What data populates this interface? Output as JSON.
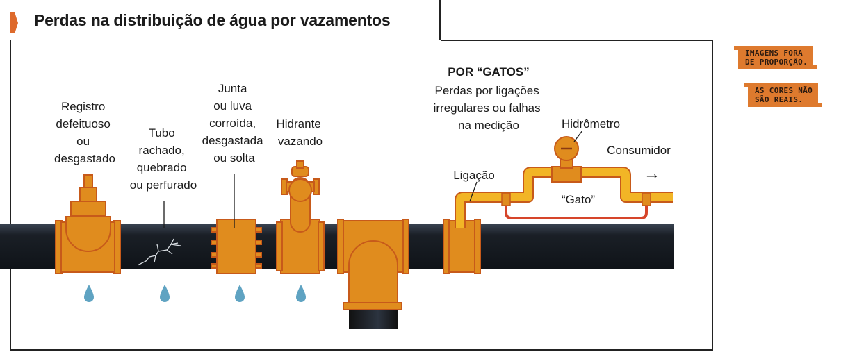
{
  "title": "Perdas na distribuição de água por vazamentos",
  "notes": {
    "proportion": "IMAGENS FORA\nDE PROPORÇÃO.",
    "colors": "AS CORES NÃO\nSÃO REAIS."
  },
  "labels": {
    "registro": [
      "Registro",
      "defeituoso",
      "ou",
      "desgastado"
    ],
    "tubo": [
      "Tubo",
      "rachado,",
      "quebrado",
      "ou perfurado"
    ],
    "junta": [
      "Junta",
      "ou luva",
      "corroída,",
      "desgastada",
      "ou solta"
    ],
    "hidrante": [
      "Hidrante",
      "vazando"
    ],
    "gatos_title": "POR “GATOS”",
    "gatos_desc": [
      "Perdas por ligações",
      "irregulares ou falhas",
      "na medição"
    ],
    "hidrometro": "Hidrômetro",
    "consumidor": "Consumidor",
    "ligacao": "Ligação",
    "gato": "“Gato”",
    "arrow": "→"
  },
  "colors": {
    "pipe": "#1a1f26",
    "fitting": "#e08c1e",
    "fitting_stroke": "#c75a1a",
    "service_pipe": "#f2b526",
    "gato_line": "#d6452a",
    "drop": "#5fa3c2",
    "accent": "#de6a2c"
  }
}
